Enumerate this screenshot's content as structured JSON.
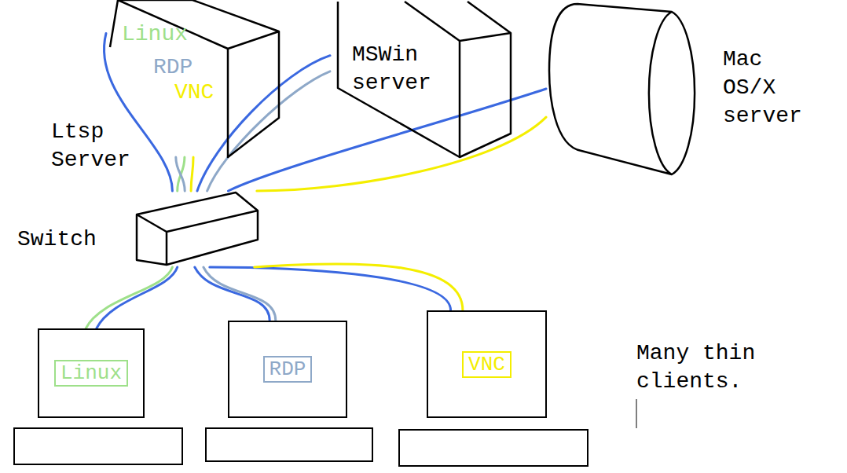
{
  "diagram": {
    "nodes": [
      {
        "text": [
          "Ltsp Server"
        ]
      },
      {
        "text": [
          "MSWin server"
        ]
      },
      {
        "text": [
          "Mac OS/X server"
        ]
      },
      {
        "text": [
          "Switch"
        ]
      },
      {
        "text": [
          "Linux"
        ]
      },
      {
        "text": [
          "RDP"
        ]
      },
      {
        "text": [
          "VNC"
        ]
      }
    ],
    "edges": [
      {
        "from": 0,
        "to": 3,
        "arrow": "none"
      },
      {
        "from": 0,
        "to": 3,
        "arrow": "none"
      },
      {
        "from": 0,
        "to": 3,
        "arrow": "none"
      },
      {
        "from": 0,
        "to": 3,
        "arrow": "none"
      },
      {
        "from": 1,
        "to": 3,
        "arrow": "none"
      },
      {
        "from": 1,
        "to": 3,
        "arrow": "none"
      },
      {
        "from": 2,
        "to": 3,
        "arrow": "none"
      },
      {
        "from": 2,
        "to": 3,
        "arrow": "none"
      },
      {
        "from": 3,
        "to": 4,
        "arrow": "none"
      },
      {
        "from": 3,
        "to": 4,
        "arrow": "none"
      },
      {
        "from": 3,
        "to": 5,
        "arrow": "none"
      },
      {
        "from": 3,
        "to": 5,
        "arrow": "none"
      },
      {
        "from": 3,
        "to": 6,
        "arrow": "none"
      },
      {
        "from": 3,
        "to": 6,
        "arrow": "none"
      }
    ],
    "labels": [
      "Linux",
      "RDP",
      "VNC",
      "Many thin clients."
    ]
  }
}
